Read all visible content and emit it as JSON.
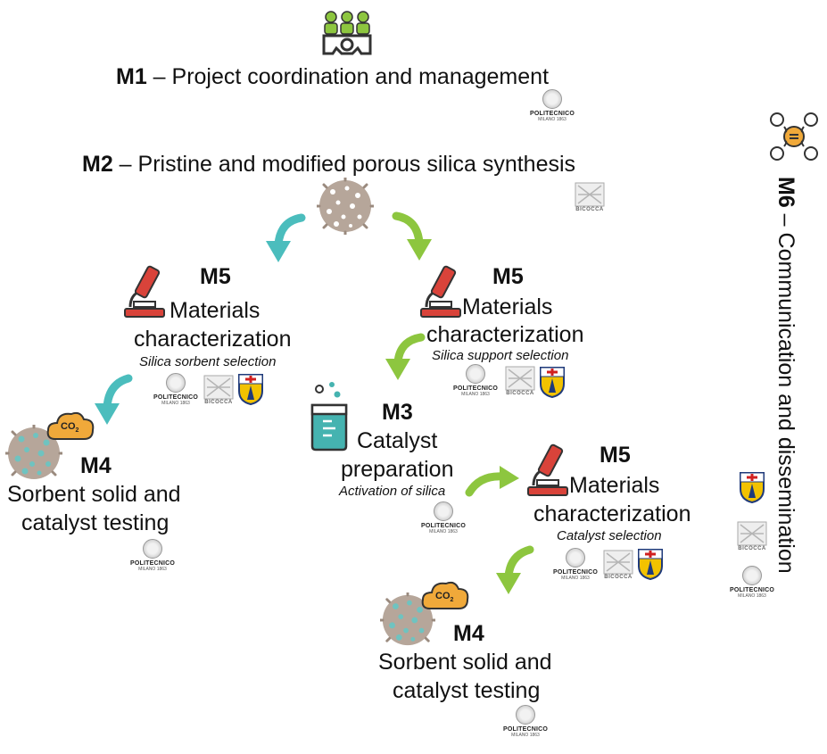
{
  "m1": {
    "code": "M1",
    "title": " – Project coordination and management"
  },
  "m2": {
    "code": "M2",
    "title": " – Pristine and modified porous silica synthesis"
  },
  "m5_left": {
    "code": "M5",
    "line1": "Materials",
    "line2": "characterization",
    "note": "Silica  sorbent selection"
  },
  "m5_right": {
    "code": "M5",
    "line1": "Materials",
    "line2": "characterization",
    "note": "Silica  support selection"
  },
  "m3": {
    "code": "M3",
    "line1": "Catalyst",
    "line2": "preparation",
    "note": "Activation of silica"
  },
  "m5_low": {
    "code": "M5",
    "line1": "Materials",
    "line2": "characterization",
    "note": "Catalyst selection"
  },
  "m4_left": {
    "code": "M4",
    "line1": "Sorbent solid and",
    "line2": "catalyst testing"
  },
  "m4_low": {
    "code": "M4",
    "line1": "Sorbent solid and",
    "line2": "catalyst testing"
  },
  "m6": {
    "code": "M6",
    "title": " – Communication and dissemination"
  },
  "logos": {
    "polimi_name": "POLITECNICO",
    "polimi_sub": "MILANO 1863",
    "bicocca_name": "BICOCCA"
  },
  "co2_label": "CO",
  "co2_sub": "2",
  "colors": {
    "teal_arrow": "#4bbdbd",
    "green_arrow": "#8dc63f",
    "microscope": "#d9433a",
    "group_icon": "#8dc63f",
    "beaker": "#45b3b0"
  },
  "icons": [
    "team-gear-icon",
    "collaboration-icon",
    "silica-particle-icon",
    "microscope-icon",
    "beaker-icon",
    "co2-cloud-icon"
  ]
}
